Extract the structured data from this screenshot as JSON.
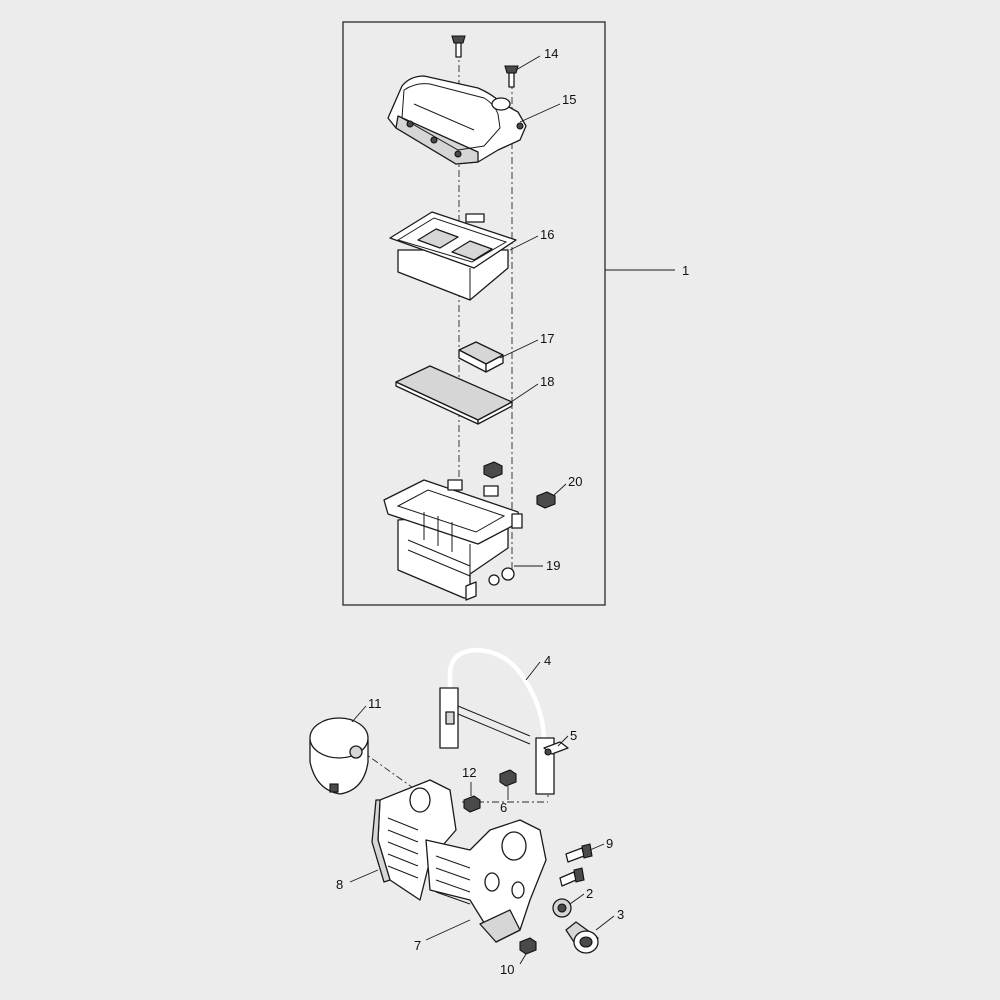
{
  "callouts": [
    {
      "id": "1",
      "label": "1"
    },
    {
      "id": "2",
      "label": "2"
    },
    {
      "id": "3",
      "label": "3"
    },
    {
      "id": "4",
      "label": "4"
    },
    {
      "id": "5",
      "label": "5"
    },
    {
      "id": "6",
      "label": "6"
    },
    {
      "id": "7",
      "label": "7"
    },
    {
      "id": "8",
      "label": "8"
    },
    {
      "id": "9",
      "label": "9"
    },
    {
      "id": "10",
      "label": "10"
    },
    {
      "id": "11",
      "label": "11"
    },
    {
      "id": "12",
      "label": "12"
    },
    {
      "id": "14",
      "label": "14"
    },
    {
      "id": "15",
      "label": "15"
    },
    {
      "id": "16",
      "label": "16"
    },
    {
      "id": "17",
      "label": "17"
    },
    {
      "id": "18",
      "label": "18"
    },
    {
      "id": "19",
      "label": "19"
    },
    {
      "id": "20",
      "label": "20"
    }
  ]
}
